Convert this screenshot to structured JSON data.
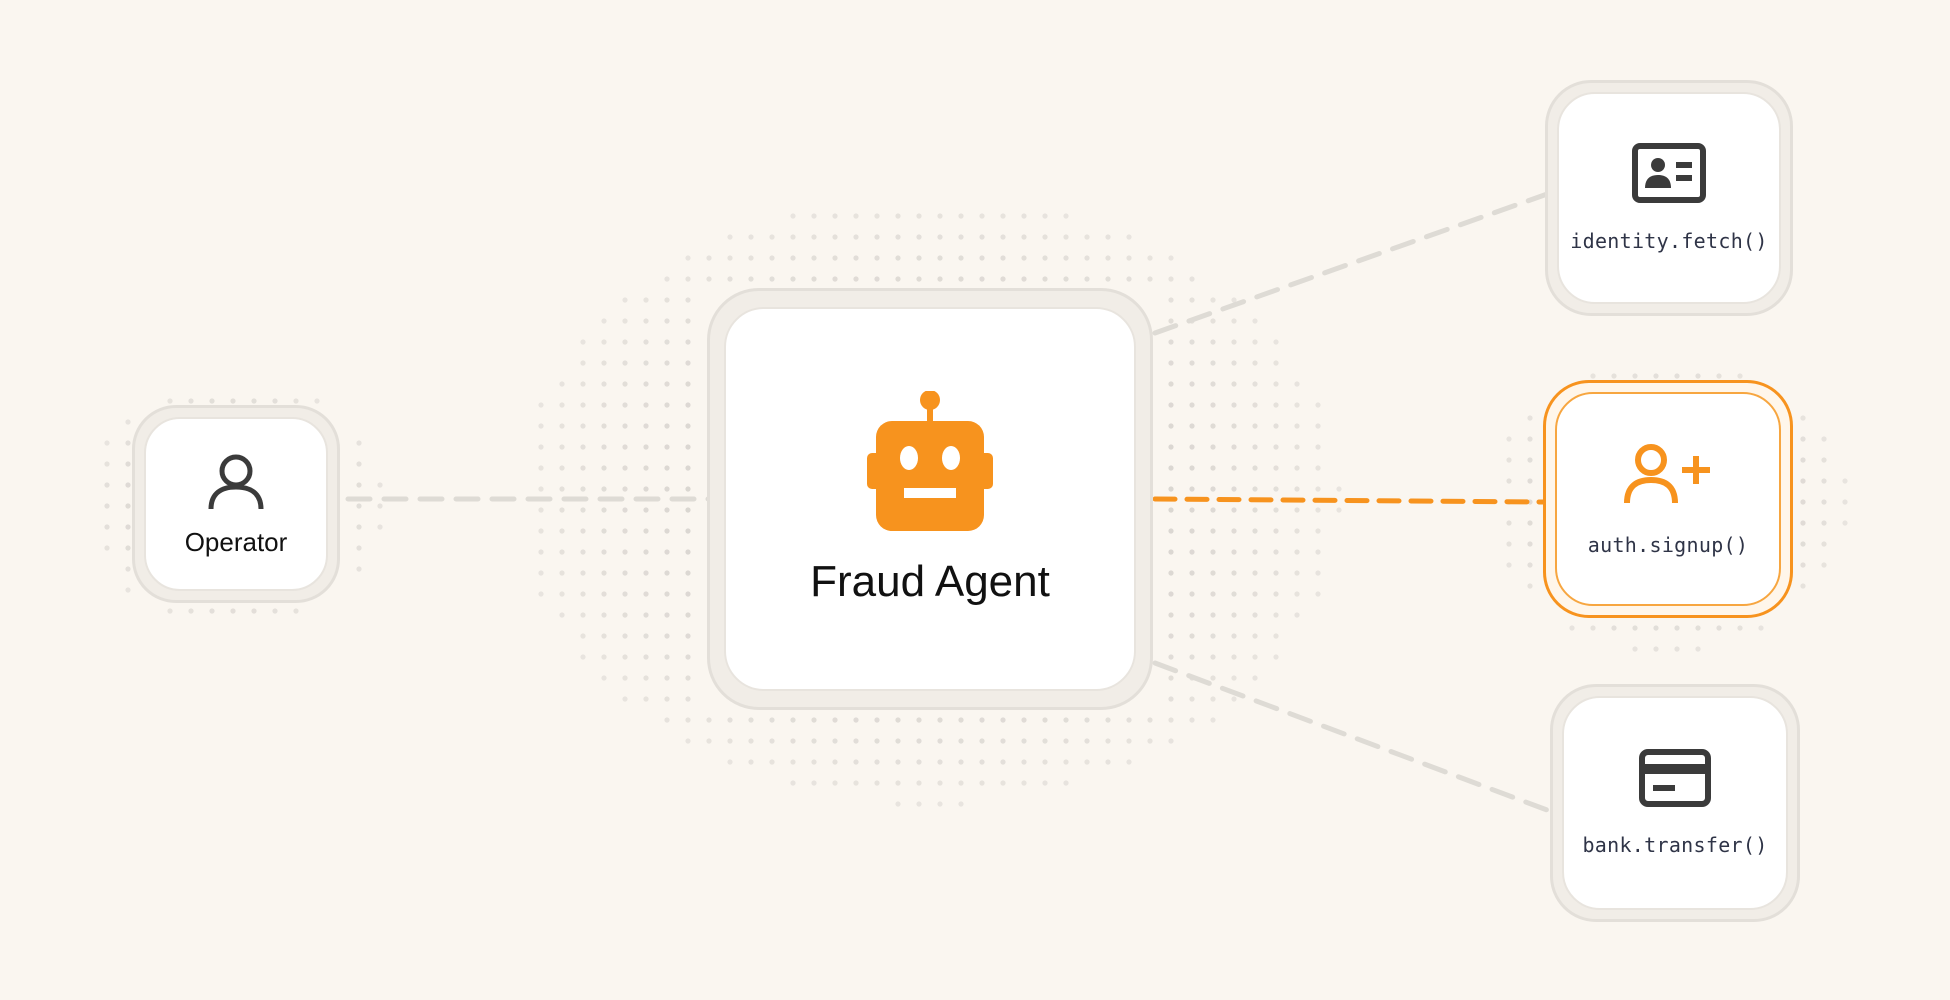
{
  "colors": {
    "background": "#faf6f0",
    "accent": "#f7931e",
    "edge_inactive": "#dedbd5",
    "dot": "#d3cfca",
    "icon_dark": "#3b3b3b"
  },
  "nodes": {
    "operator": {
      "label": "Operator",
      "icon": "user-icon"
    },
    "agent": {
      "label": "Fraud Agent",
      "icon": "robot-icon"
    },
    "tools": [
      {
        "label": "identity.fetch()",
        "icon": "id-card-icon",
        "active": false
      },
      {
        "label": "auth.signup()",
        "icon": "user-plus-icon",
        "active": true
      },
      {
        "label": "bank.transfer()",
        "icon": "credit-card-icon",
        "active": false
      }
    ]
  },
  "edges": [
    {
      "from": "operator",
      "to": "agent",
      "active": false
    },
    {
      "from": "agent",
      "to": "identity.fetch()",
      "active": false
    },
    {
      "from": "agent",
      "to": "auth.signup()",
      "active": true
    },
    {
      "from": "agent",
      "to": "bank.transfer()",
      "active": false
    }
  ]
}
